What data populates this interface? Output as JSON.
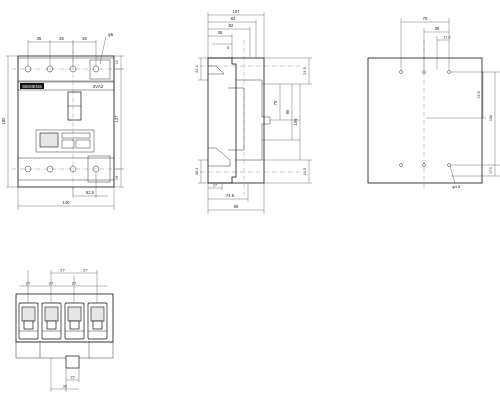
{
  "front_view": {
    "dims": {
      "top_pitch_1": "35",
      "top_pitch_2": "35",
      "top_pitch_3": "35",
      "hole_label": "φ5",
      "height_total": "180",
      "height_mid": "137",
      "right_top": "14",
      "right_bottom": "19",
      "offset_bottom": "52.5",
      "width_total": "140"
    },
    "label_brand": "SIEMENS",
    "label_model": "3VA2"
  },
  "side_view": {
    "dims": {
      "depth_total": "107",
      "depth_2": "92",
      "depth_3": "82",
      "depth_4": "45",
      "depth_5": "5",
      "top_left": "22.3",
      "top_right": "24.5",
      "mid_1": "75",
      "mid_2": "95",
      "mid_3": "106",
      "bottom_left": "30.4",
      "bottom_right": "24.5",
      "bottom_1": "27",
      "bottom_2": "74.5",
      "bottom_3": "96"
    }
  },
  "drill_view": {
    "dims": {
      "w1": "70",
      "w2": "35",
      "w3": "17.5",
      "h1": "73.5",
      "h2": "156",
      "h3": "17.5",
      "hole": "φ4.5"
    }
  },
  "bottom_view": {
    "dims": {
      "top_1": "27",
      "top_2": "27",
      "inner_1": "27",
      "inner_2": "27",
      "inner_3": "27",
      "bottom_1": "15",
      "bottom_2": "35"
    }
  }
}
